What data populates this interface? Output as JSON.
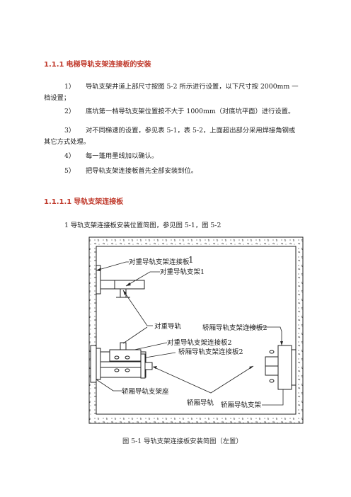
{
  "heading1": {
    "number": "1.1.1",
    "title": "电梯导轨支架连接板的安装"
  },
  "items": [
    {
      "num": "1）",
      "text": "导轨支架井道上部尺寸按图 5-2 所示进行设置，以下尺寸按 2000mm 一",
      "cont": "档设置；"
    },
    {
      "num": "2）",
      "text": "底坑第一档导轨支架位置按不大于 1000mm（对底坑平面）进行设置。"
    },
    {
      "num": "3）",
      "text": "对不同梯速的设置，参见表 5-1，表 5-2，上面超出部分采用焊接角钢或",
      "cont": "其它方式处理。"
    },
    {
      "num": "4）",
      "text": "每一蓬用墨线加以确认。"
    },
    {
      "num": "5）",
      "text": "把导轨支架连接板首先全部安装到位。"
    }
  ],
  "heading2": {
    "number": "1.1.1.1",
    "title": "导轨支架连接板"
  },
  "intro": "1 导轨支架连接板安装位置简图，参见图 5-1，图 5-2",
  "diagram_labels": {
    "l1": "对重导轨支架连接板",
    "l1b": "1",
    "l2": "对重导轨支架1",
    "l3": "对重导轨",
    "l4": "对重导轨支架连接板2",
    "l5": "轿厢导轨支架连接板2",
    "l6": "轿厢导轨支架连接板2",
    "l7": "轿厢导轨支架座",
    "l8": "轿厢导轨",
    "l9": "轿厢导轨支架"
  },
  "caption": "图  5-1 导轨支架连接板安装简图（左置）"
}
